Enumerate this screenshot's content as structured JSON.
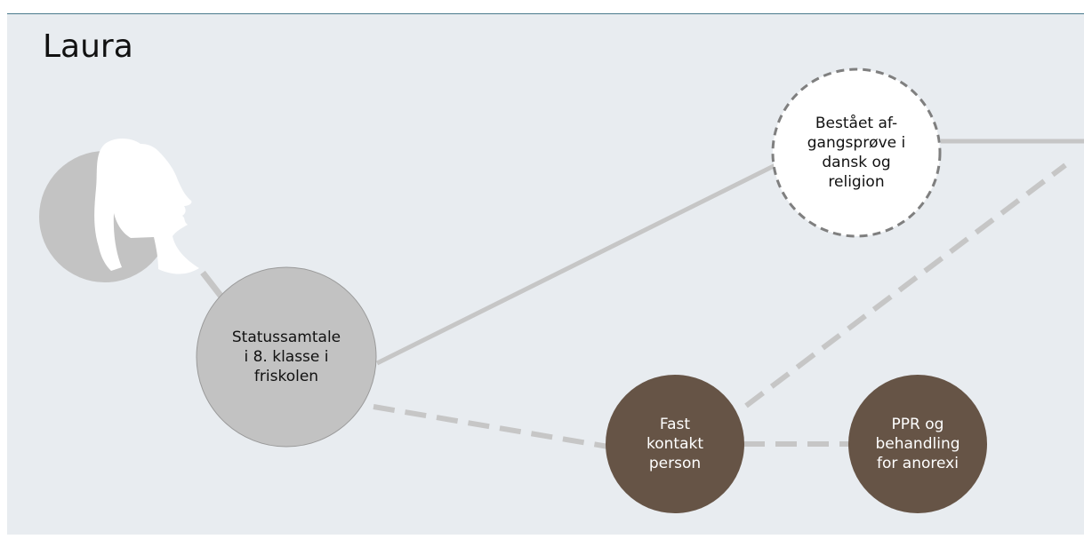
{
  "title": "Laura",
  "colors": {
    "background": "#e8ecf0",
    "connector": "#c6c6c6",
    "node_grey": "#c2c2c2",
    "node_brown": "#665446",
    "dashed_outline": "#7f7f7f",
    "avatar": "#c3c3c3",
    "silhouette": "#ffffff"
  },
  "avatar": {
    "icon": "woman-profile-silhouette-icon"
  },
  "nodes": {
    "statussamtale": {
      "label": "Statussamtale\ni 8. klasse i\nfriskolen"
    },
    "bestaaet": {
      "label": "Bestået af-\ngangsprøve i\ndansk og\nreligion"
    },
    "fast_kontakt": {
      "label": "Fast\nkontakt\nperson"
    },
    "ppr": {
      "label": "PPR og\nbehandling\nfor anorexi"
    }
  }
}
